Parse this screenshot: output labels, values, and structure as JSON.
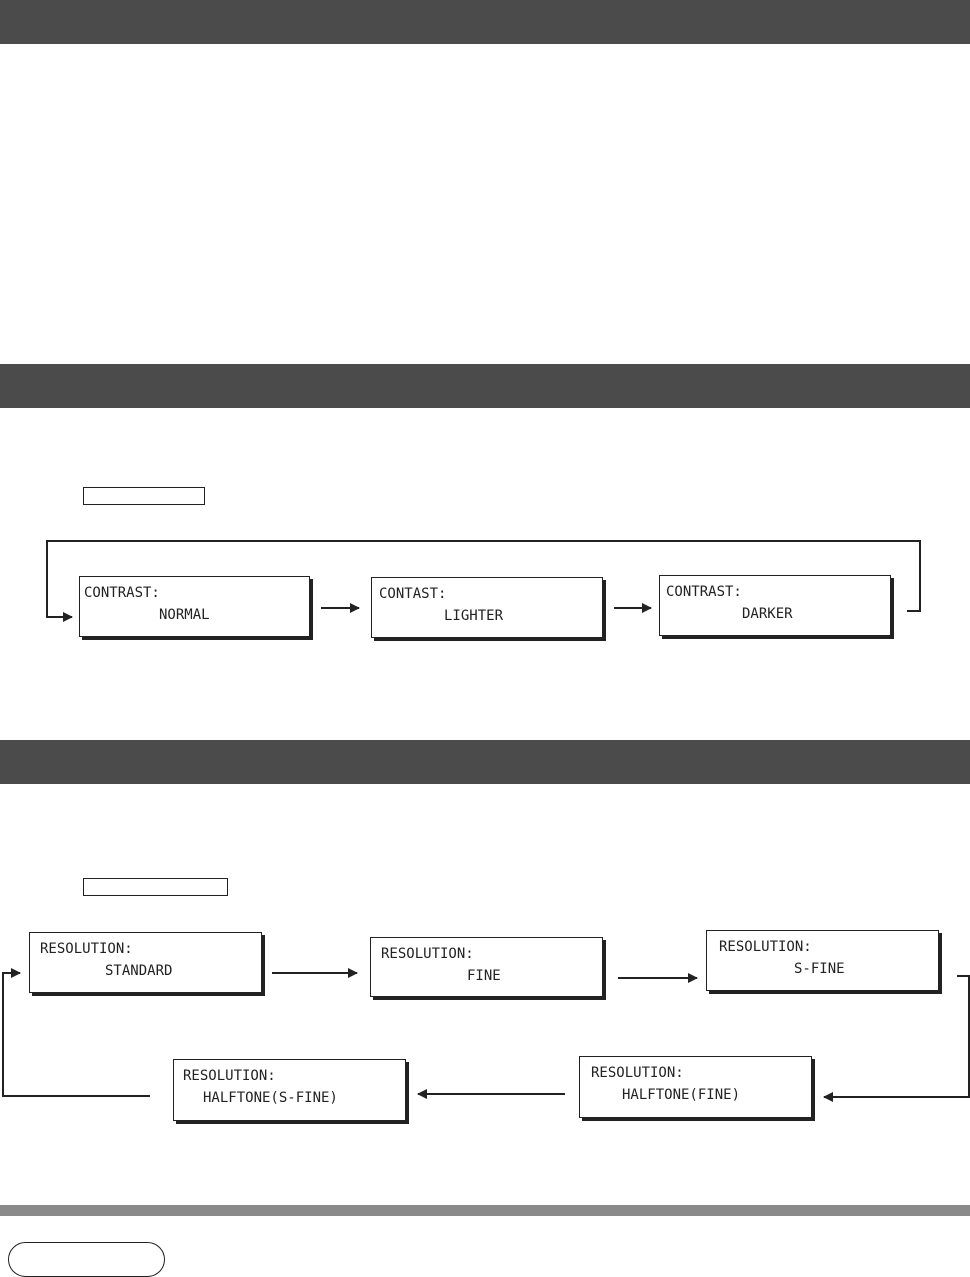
{
  "contrast": {
    "displays": [
      {
        "line1": "CONTRAST:",
        "line2": "NORMAL"
      },
      {
        "line1": "CONTAST:",
        "line2": "LIGHTER"
      },
      {
        "line1": "CONTRAST:",
        "line2": "DARKER"
      }
    ]
  },
  "resolution": {
    "displays": [
      {
        "line1": "RESOLUTION:",
        "line2": "STANDARD"
      },
      {
        "line1": "RESOLUTION:",
        "line2": "FINE"
      },
      {
        "line1": "RESOLUTION:",
        "line2": "S-FINE"
      },
      {
        "line1": "RESOLUTION:",
        "line2": "HALFTONE(FINE)"
      },
      {
        "line1": "RESOLUTION:",
        "line2": "HALFTONE(S-FINE)"
      }
    ]
  },
  "colors": {
    "header_bar": "#4b4b4b",
    "footer_bar": "#8a8a8a",
    "line": "#222222"
  }
}
